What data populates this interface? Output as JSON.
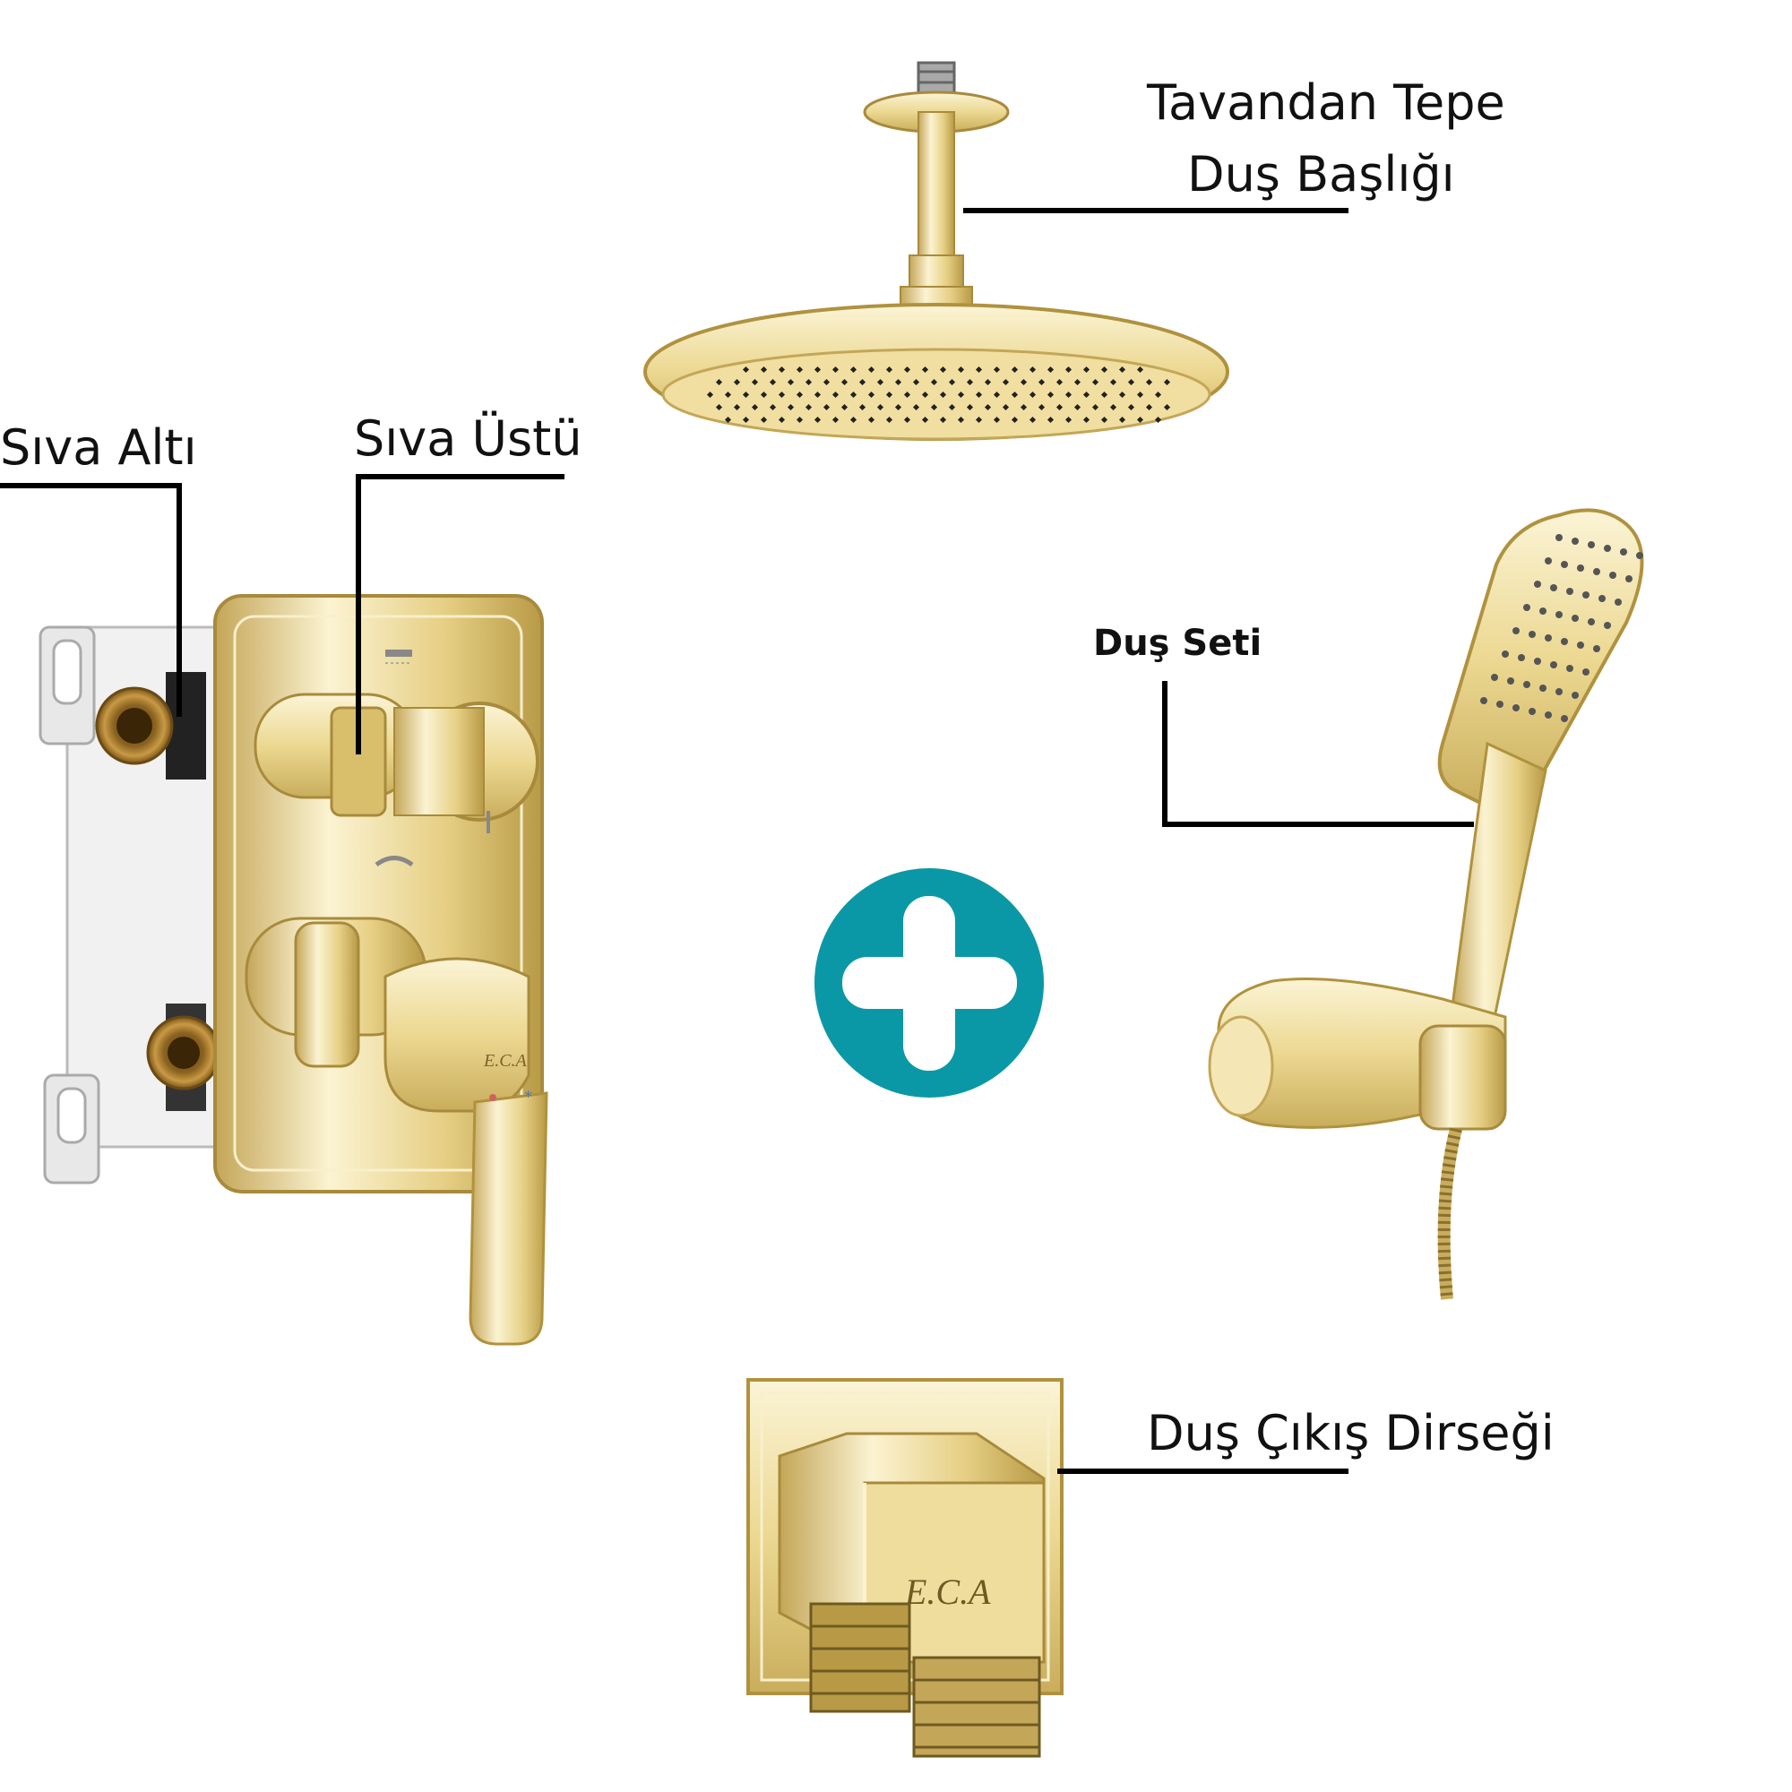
{
  "labels": {
    "ceiling_head_line1": "Tavandan Tepe",
    "ceiling_head_line2": "Duş Başlığı",
    "concealed": "Sıva Altı",
    "surface": "Sıva Üstü",
    "shower_set": "Duş Seti",
    "outlet_elbow": "Duş Çıkış Dirseği"
  },
  "brand": {
    "logo_text": "E.C.A"
  },
  "colors": {
    "gold_light": "#f6ecc0",
    "gold_mid": "#e6cf84",
    "gold_dark": "#b89a46",
    "brass": "#a6782a",
    "plus_circle": "#0b98a6",
    "leader_line": "#000000",
    "box_white": "#f3f3f3"
  }
}
